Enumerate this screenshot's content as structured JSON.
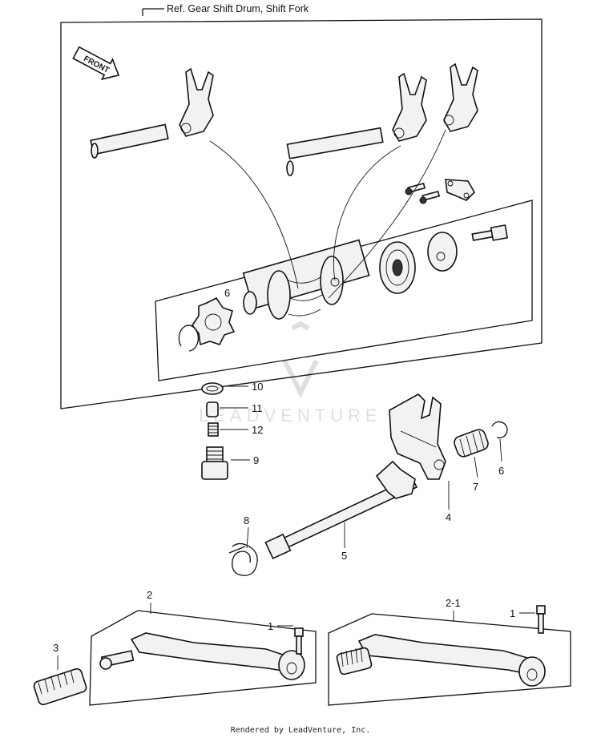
{
  "reference": "Ref. Gear Shift Drum, Shift Fork",
  "front_arrow_label": "FRONT",
  "watermark": "LEADVENTURE",
  "callouts": {
    "p1a": "1",
    "p1b": "1",
    "p2": "2",
    "p2_1": "2-1",
    "p3": "3",
    "p4": "4",
    "p5": "5",
    "p6": "6",
    "p7": "7",
    "p8": "8",
    "p9": "9",
    "p10": "10",
    "p11": "11",
    "p12": "12",
    "p_inner6": "6"
  },
  "footer": "Rendered by LeadVenture, Inc."
}
